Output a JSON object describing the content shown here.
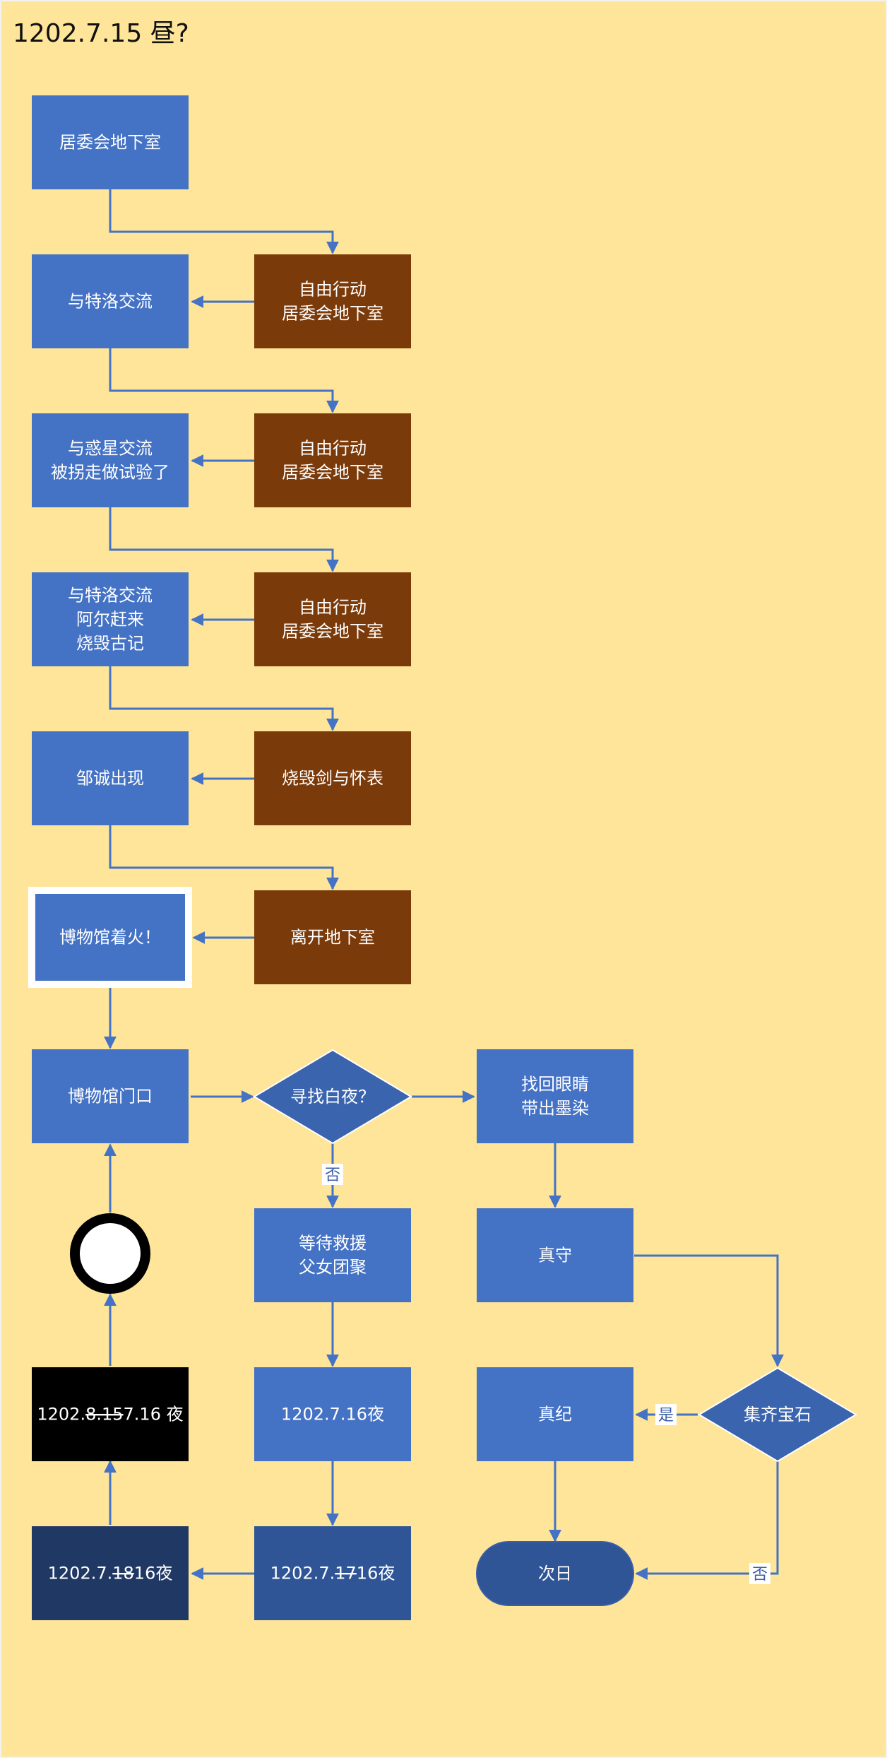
{
  "title": "1202.7.15 昼?",
  "colors": {
    "background": "#fee599",
    "blue": "#4472c4",
    "brown": "#7b3a0a",
    "black": "#000000",
    "navy": "#203864",
    "darkblue": "#2f5597",
    "diamond": "#3a64ad",
    "edge": "#4472c4"
  },
  "nodes": {
    "juwei1": {
      "lines": [
        "居委会地下室"
      ]
    },
    "telo1": {
      "lines": [
        "与特洛交流"
      ]
    },
    "free1": {
      "lines": [
        "自由行动",
        "居委会地下室"
      ]
    },
    "huoxing": {
      "lines": [
        "与惑星交流",
        "被拐走做试验了"
      ]
    },
    "free2": {
      "lines": [
        "自由行动",
        "居委会地下室"
      ]
    },
    "telo2": {
      "lines": [
        "与特洛交流",
        "阿尔赶来",
        "烧毁古记"
      ]
    },
    "free3": {
      "lines": [
        "自由行动",
        "居委会地下室"
      ]
    },
    "zoucheng": {
      "lines": [
        "邹诚出现"
      ]
    },
    "shaohui": {
      "lines": [
        "烧毁剑与怀表"
      ]
    },
    "fire": {
      "lines": [
        "博物馆着火！"
      ]
    },
    "leave": {
      "lines": [
        "离开地下室"
      ]
    },
    "gate": {
      "lines": [
        "博物馆门口"
      ]
    },
    "baiye": {
      "lines": [
        "寻找白夜？"
      ]
    },
    "eyes": {
      "lines": [
        "找回眼睛",
        "带出墨染"
      ]
    },
    "wait": {
      "lines": [
        "等待救援",
        "父女团聚"
      ]
    },
    "zhenshou": {
      "lines": [
        "真守"
      ]
    },
    "night816": {
      "parts": [
        {
          "t": "1202."
        },
        {
          "t": "8.15",
          "strike": true
        },
        {
          "t": "7.16 夜"
        }
      ]
    },
    "night716": {
      "lines": [
        "1202.7.16夜"
      ]
    },
    "zhenji": {
      "lines": [
        "真纪"
      ]
    },
    "gems": {
      "lines": [
        "集齐宝石"
      ]
    },
    "night18": {
      "parts": [
        {
          "t": "1202.7."
        },
        {
          "t": "18",
          "strike": true
        },
        {
          "t": "16夜"
        }
      ]
    },
    "night17": {
      "parts": [
        {
          "t": "1202.7."
        },
        {
          "t": "17",
          "strike": true
        },
        {
          "t": "16夜"
        }
      ]
    },
    "nextday": {
      "lines": [
        "次日"
      ]
    }
  },
  "edge_labels": {
    "no1": "否",
    "yes": "是",
    "no2": "否"
  }
}
